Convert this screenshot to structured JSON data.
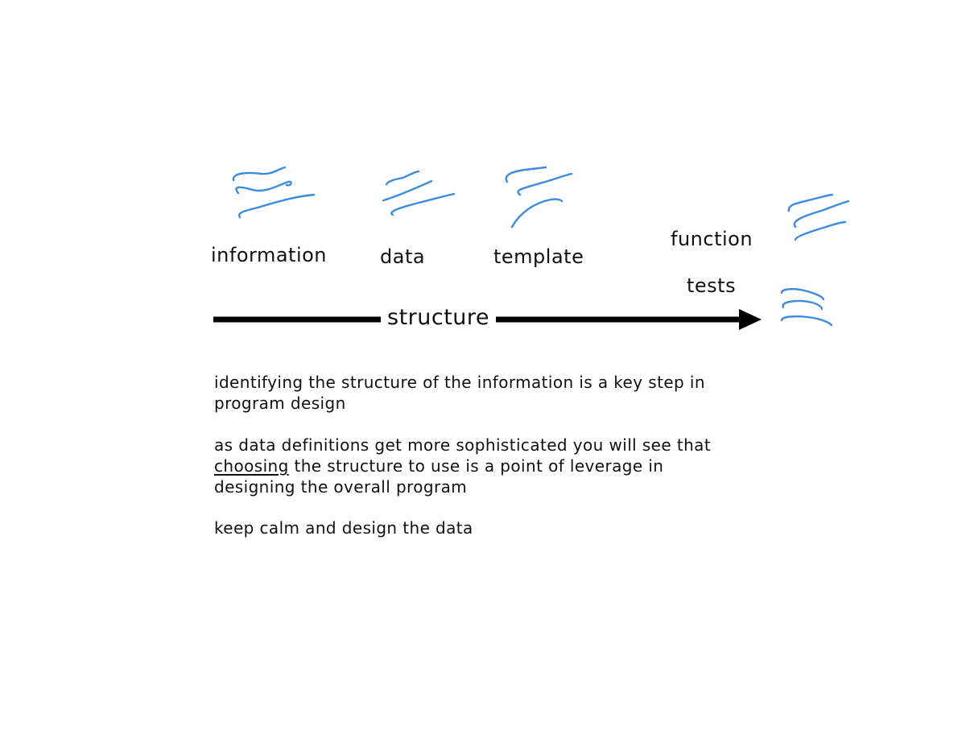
{
  "diagram": {
    "steps": {
      "information": "information",
      "data": "data",
      "template": "template",
      "function": "function",
      "tests": "tests"
    },
    "arrow_label": "structure",
    "scribble_color": "#3d8be0",
    "icons": [
      "handwritten-scribble-icon",
      "arrow-head-icon"
    ]
  },
  "body": {
    "paragraph_1": "identifying the structure of the information is a key step in program design",
    "paragraph_2_underlined": "choosing",
    "paragraph_2_pre": "as data definitions get more sophisticated you will see that ",
    "paragraph_2_post": " the structure to use is a point of leverage in designing the overall program",
    "paragraph_3": "keep calm and design the data"
  }
}
